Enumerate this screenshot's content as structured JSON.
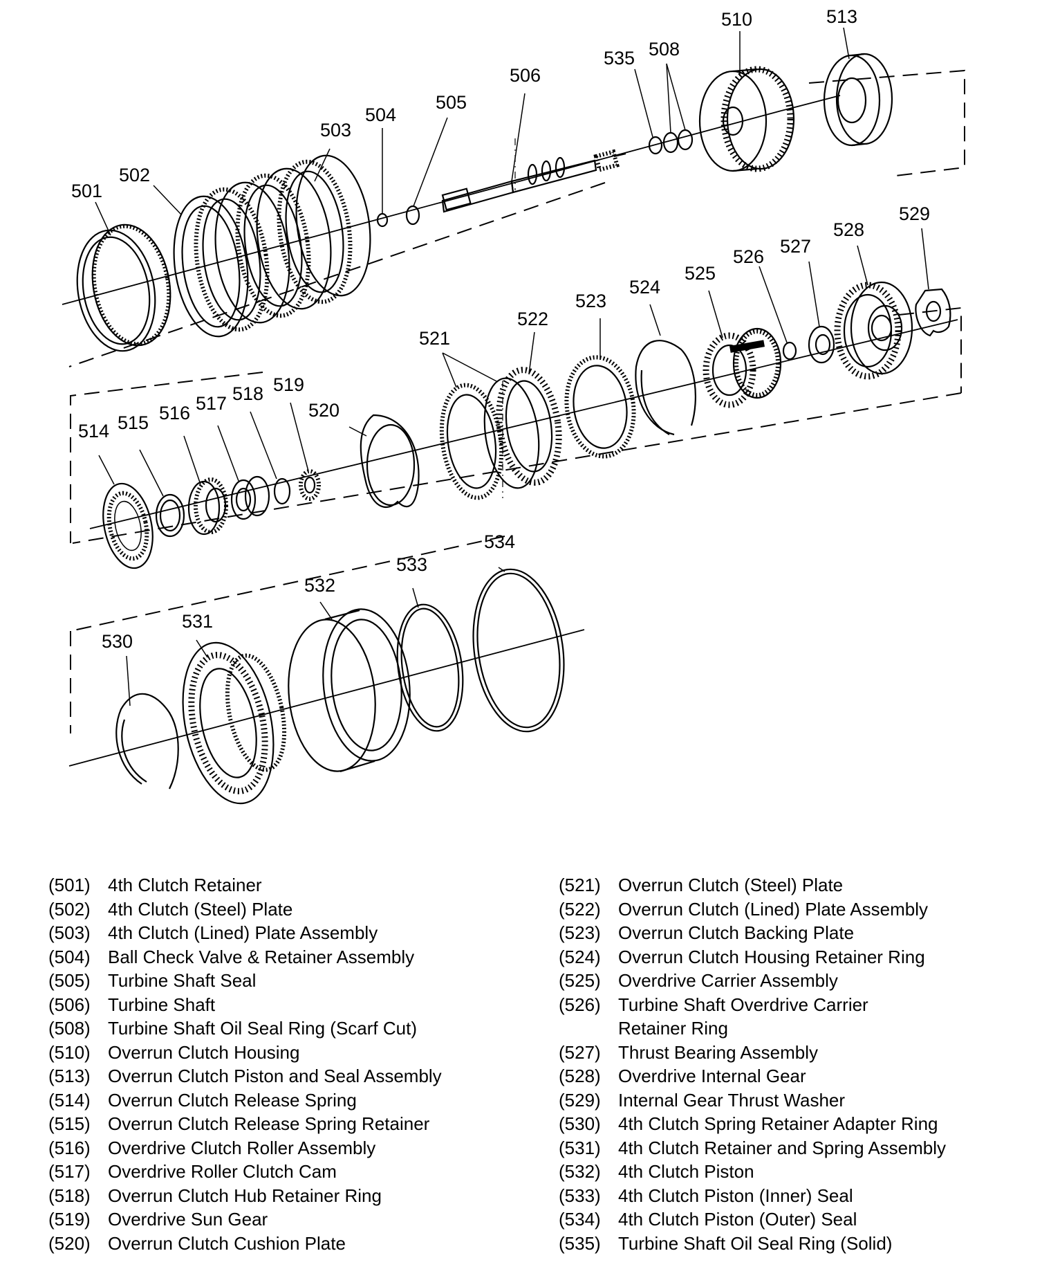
{
  "callouts": [
    "501",
    "502",
    "503",
    "504",
    "505",
    "506",
    "510",
    "513",
    "535",
    "508",
    "521",
    "522",
    "523",
    "524",
    "525",
    "526",
    "527",
    "528",
    "529",
    "514",
    "515",
    "516",
    "517",
    "518",
    "519",
    "520",
    "530",
    "531",
    "532",
    "533",
    "534"
  ],
  "legend_left": [
    {
      "num": "(501)",
      "desc": "4th Clutch Retainer"
    },
    {
      "num": "(502)",
      "desc": "4th Clutch (Steel) Plate"
    },
    {
      "num": "(503)",
      "desc": "4th Clutch (Lined) Plate Assembly"
    },
    {
      "num": "(504)",
      "desc": "Ball Check Valve & Retainer Assembly"
    },
    {
      "num": "(505)",
      "desc": "Turbine Shaft Seal"
    },
    {
      "num": "(506)",
      "desc": "Turbine Shaft"
    },
    {
      "num": "(508)",
      "desc": "Turbine Shaft Oil Seal Ring (Scarf Cut)"
    },
    {
      "num": "(510)",
      "desc": "Overrun Clutch Housing"
    },
    {
      "num": "(513)",
      "desc": "Overrun Clutch Piston and Seal Assembly"
    },
    {
      "num": "(514)",
      "desc": "Overrun Clutch Release Spring"
    },
    {
      "num": "(515)",
      "desc": "Overrun Clutch Release Spring Retainer"
    },
    {
      "num": "(516)",
      "desc": "Overdrive Clutch Roller Assembly"
    },
    {
      "num": "(517)",
      "desc": "Overdrive Roller Clutch Cam"
    },
    {
      "num": "(518)",
      "desc": "Overrun Clutch Hub Retainer Ring"
    },
    {
      "num": "(519)",
      "desc": "Overdrive Sun Gear"
    },
    {
      "num": "(520)",
      "desc": "Overrun Clutch Cushion Plate"
    }
  ],
  "legend_right": [
    {
      "num": "(521)",
      "desc": "Overrun Clutch (Steel) Plate"
    },
    {
      "num": "(522)",
      "desc": "Overrun Clutch (Lined) Plate Assembly"
    },
    {
      "num": "(523)",
      "desc": "Overrun Clutch Backing Plate"
    },
    {
      "num": "(524)",
      "desc": "Overrun Clutch Housing Retainer Ring"
    },
    {
      "num": "(525)",
      "desc": "Overdrive Carrier Assembly"
    },
    {
      "num": "(526)",
      "desc": "Turbine Shaft Overdrive Carrier\nRetainer Ring"
    },
    {
      "num": "(527)",
      "desc": "Thrust Bearing Assembly"
    },
    {
      "num": "(528)",
      "desc": "Overdrive Internal Gear"
    },
    {
      "num": "(529)",
      "desc": "Internal Gear Thrust Washer"
    },
    {
      "num": "(530)",
      "desc": "4th Clutch Spring Retainer Adapter Ring"
    },
    {
      "num": "(531)",
      "desc": "4th Clutch Retainer and Spring Assembly"
    },
    {
      "num": "(532)",
      "desc": "4th Clutch Piston"
    },
    {
      "num": "(533)",
      "desc": "4th Clutch Piston (Inner) Seal"
    },
    {
      "num": "(534)",
      "desc": "4th Clutch Piston (Outer) Seal"
    },
    {
      "num": "(535)",
      "desc": "Turbine Shaft Oil Seal Ring (Solid)"
    }
  ]
}
